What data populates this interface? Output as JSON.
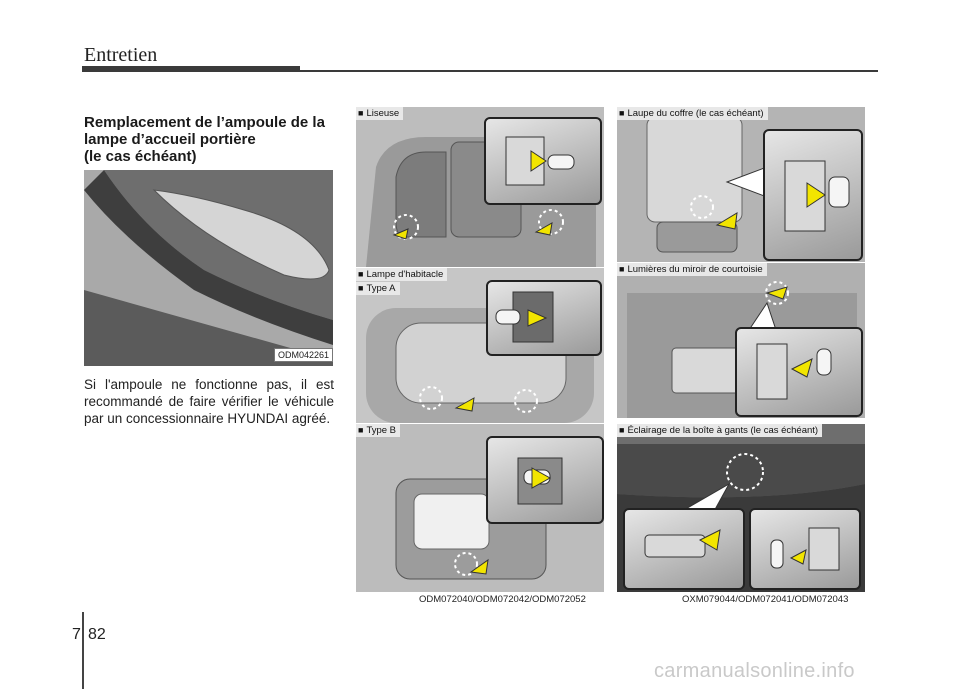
{
  "header": {
    "title": "Entretien"
  },
  "section": {
    "title_lines": [
      "Remplacement de l’ampoule de la",
      "lampe d’accueil portière",
      "(le cas échéant)"
    ],
    "photo_code": "ODM042261",
    "body": "Si l'ampoule ne fonctionne pas, il est recommandé de faire vérifier le véhicule par un concessionnaire HYUNDAI agréé."
  },
  "panels": {
    "liseuse": "Liseuse",
    "lampe_habitacle": "Lampe d'habitacle",
    "type_a": "Type A",
    "type_b": "Type B",
    "coffre": "Laupe du coffre (le cas échéant)",
    "miroir": "Lumières du miroir de courtoisie",
    "boite_gants": "Éclairage de la boîte à gants (le cas échéant)",
    "bullet": "■"
  },
  "captions": {
    "middle": "ODM072040/ODM072042/ODM072052",
    "right": "OXM079044/ODM072041/ODM072043"
  },
  "footer": {
    "chapter": "7",
    "page": "82"
  },
  "watermark": "carmanualsonline.info"
}
